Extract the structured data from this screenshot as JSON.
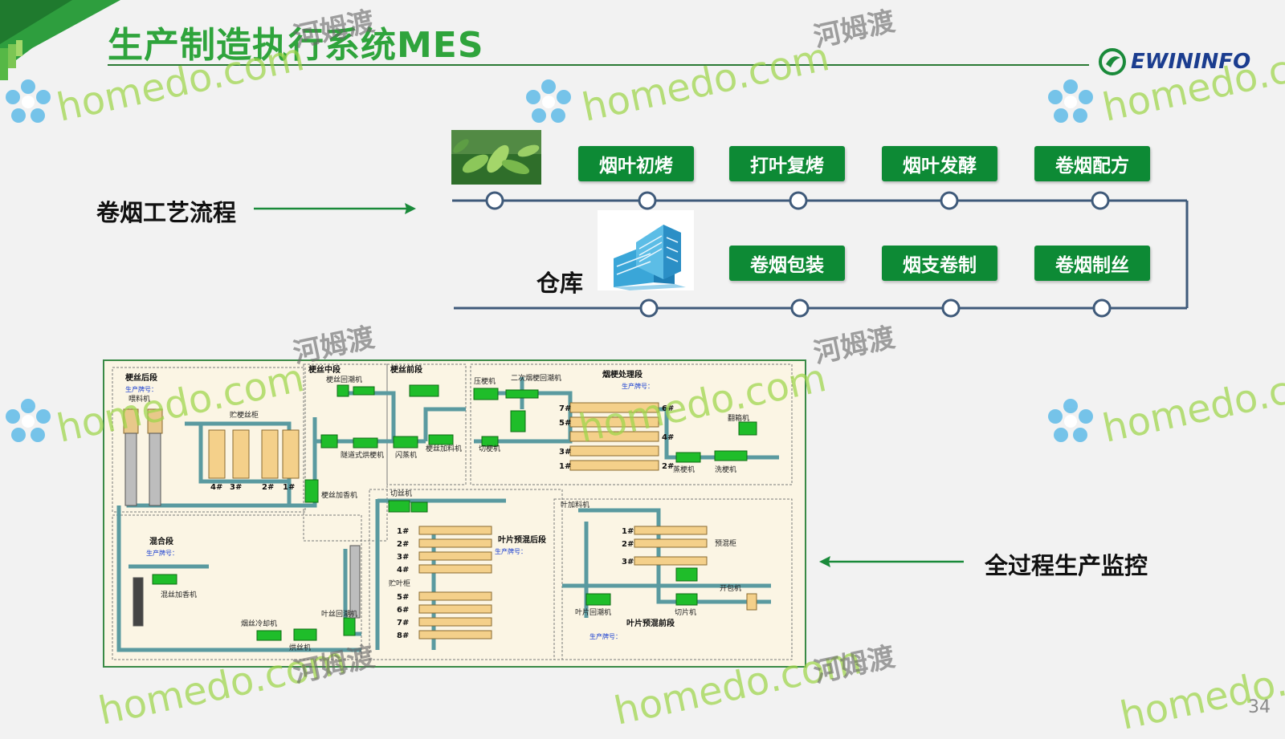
{
  "title": "生产制造执行系统MES",
  "logo_text": "EWININFO",
  "process_label": "卷烟工艺流程",
  "warehouse_label": "仓库",
  "top_steps": [
    "烟叶初烤",
    "打叶复烤",
    "烟叶发酵",
    "卷烟配方"
  ],
  "bottom_steps": [
    "卷烟包装",
    "烟支卷制",
    "卷烟制丝"
  ],
  "monitor_label": "全过程生产监控",
  "page_number": "34",
  "watermark_text": "homedo.com",
  "watermark_cn": "河姆渡",
  "diagram": {
    "sections": [
      "梗丝后段",
      "梗丝中段",
      "梗丝前段",
      "烟梗处理段",
      "混合段",
      "叶片预混后段",
      "叶片预混前段"
    ],
    "brand_label": "生产牌号：",
    "labels": [
      "喂料机",
      "贮梗丝柜",
      "梗丝回潮机",
      "隧道式烘梗机",
      "闪蒸机",
      "梗丝加料机",
      "压梗机",
      "二次烟梗回潮机",
      "切梗机",
      "翻箱机",
      "蒸梗机",
      "洗梗机",
      "梗丝加香机",
      "切丝机",
      "叶丝回潮机",
      "烘丝机",
      "烟丝冷却机",
      "混丝加香机",
      "贮叶柜",
      "叶加料机",
      "预混柜",
      "开包机",
      "切片机",
      "叶片回潮机"
    ],
    "bins_top": [
      "4#",
      "3#",
      "2#",
      "1#"
    ],
    "bins_mid": [
      "7#",
      "6#",
      "5#",
      "4#",
      "3#",
      "2#",
      "1#"
    ],
    "bins_left": [
      "1#",
      "2#",
      "3#",
      "4#",
      "5#",
      "6#",
      "7#",
      "8#"
    ],
    "bins_right": [
      "1#",
      "2#",
      "3#"
    ]
  }
}
